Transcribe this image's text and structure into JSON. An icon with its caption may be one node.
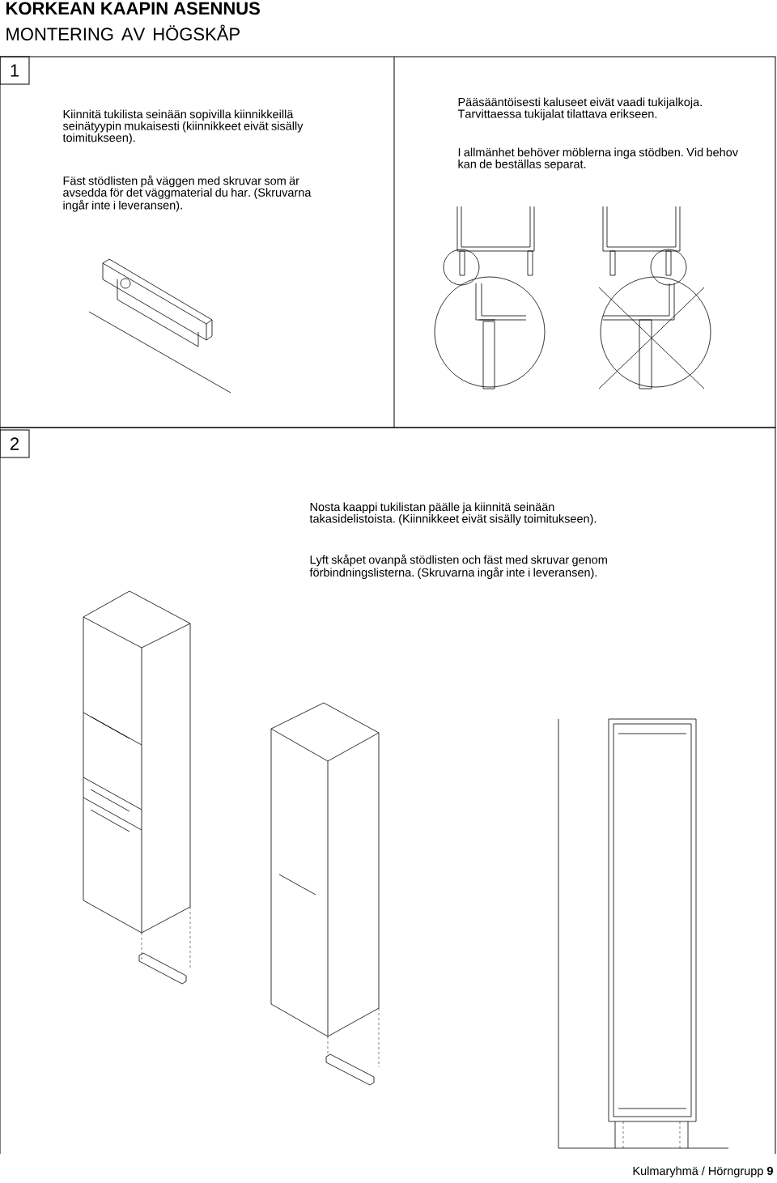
{
  "diagram": {
    "title": "KORKEAN KAAPIN ASENNUS",
    "nodes": [
      {
        "text": [
          "1"
        ]
      },
      {
        "text": [
          "2"
        ]
      }
    ],
    "labels": [
      "MONTERING AV HÖGSKÅP",
      "Kiinnitä tukilista seinään sopivilla kiinnikkeillä seinätyypin mukaisesti (kiinnikkeet eivät sisälly toimitukseen).",
      "Fäst stödlisten på väggen med skruvar som är avsedda för det väggmaterial du har. (Skruvarna ingår inte i leveransen).",
      "Pääsääntöisesti kaluseet eivät vaadi tukijalkoja. Tarvittaessa tukijalat tilattava erikseen.",
      "I allmänhet behöver möblerna inga stödben. Vid behov kan de beställas separat.",
      "Nosta kaappi tukilistan päälle ja kiinnitä seinään takasidelistoista. (Kiinnikkeet eivät sisälly toimitukseen).",
      "Lyft skåpet ovanpå stödlisten och fäst med skruvar genom förbindningslisterna. (Skruvarna ingår inte i leveransen).",
      "Kulmaryhmä / Hörngrupp **9**"
    ]
  }
}
